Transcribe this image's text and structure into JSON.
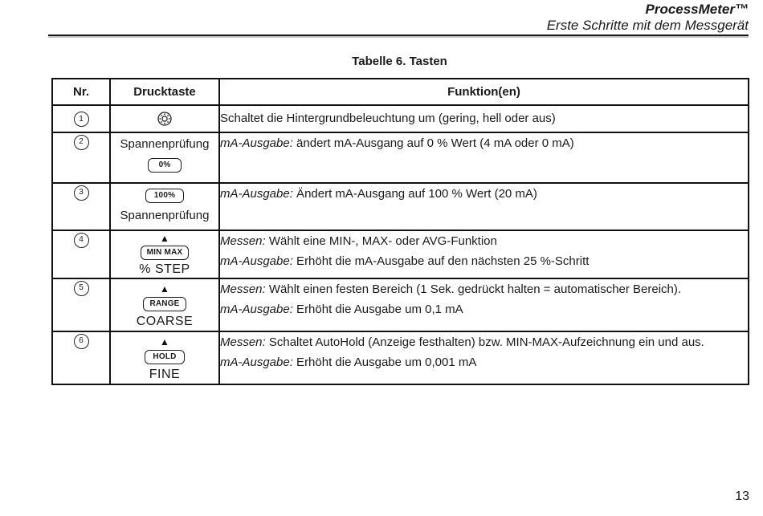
{
  "header": {
    "title": "ProcessMeter™",
    "subtitle": "Erste Schritte mit dem Messgerät"
  },
  "table": {
    "caption": "Tabelle 6. Tasten",
    "columns": [
      "Nr.",
      "Drucktaste",
      "Funktion(en)"
    ],
    "rows": [
      {
        "nr": "1",
        "key": {
          "icon": "backlight-icon"
        },
        "functions": [
          {
            "lead": "",
            "text": "Schaltet die Hintergrundbeleuchtung um (gering, hell oder aus)"
          }
        ]
      },
      {
        "nr": "2",
        "key": {
          "label": "Spannenprüfung",
          "button": "0%"
        },
        "functions": [
          {
            "lead": "mA-Ausgabe:",
            "text": " ändert mA-Ausgang auf 0 % Wert (4 mA oder 0 mA)"
          }
        ]
      },
      {
        "nr": "3",
        "key": {
          "button": "100%",
          "label": "Spannenprüfung"
        },
        "functions": [
          {
            "lead": "mA-Ausgabe:",
            "text": " Ändert mA-Ausgang auf 100 % Wert (20 mA)"
          }
        ]
      },
      {
        "nr": "4",
        "key": {
          "arrow": "▲",
          "button": "MIN MAX",
          "label": "% STEP"
        },
        "functions": [
          {
            "lead": "Messen:",
            "text": " Wählt eine MIN-, MAX- oder AVG-Funktion"
          },
          {
            "lead": "mA-Ausgabe:",
            "text": " Erhöht die mA-Ausgabe auf den nächsten 25 %-Schritt"
          }
        ]
      },
      {
        "nr": "5",
        "key": {
          "arrow": "▲",
          "button": "RANGE",
          "label": "COARSE"
        },
        "functions": [
          {
            "lead": "Messen:",
            "text": " Wählt einen festen Bereich (1 Sek. gedrückt halten = automatischer Bereich)."
          },
          {
            "lead": "mA-Ausgabe:",
            "text": " Erhöht die Ausgabe um 0,1 mA"
          }
        ]
      },
      {
        "nr": "6",
        "key": {
          "arrow": "▲",
          "button": "HOLD",
          "label": "FINE"
        },
        "functions": [
          {
            "lead": "Messen:",
            "text": " Schaltet AutoHold (Anzeige festhalten) bzw. MIN-MAX-Aufzeichnung ein und aus."
          },
          {
            "lead": "mA-Ausgabe:",
            "text": " Erhöht die Ausgabe um 0,001 mA"
          }
        ]
      }
    ]
  },
  "page_number": "13"
}
